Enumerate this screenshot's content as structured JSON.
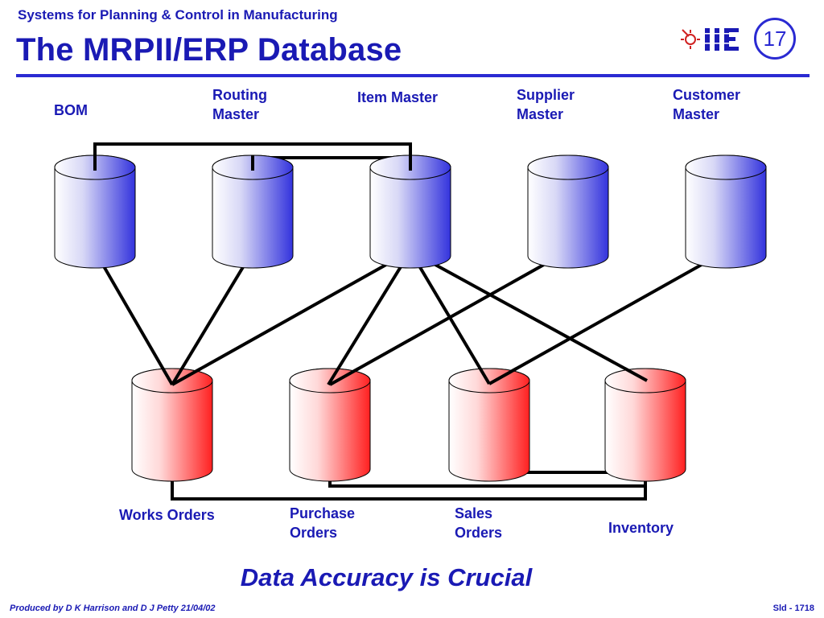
{
  "header": {
    "subtitle": "Systems for Planning & Control in Manufacturing",
    "title": "The MRPII/ERP Database",
    "slide_number": "17",
    "logo_text": "IIE"
  },
  "masters": [
    {
      "id": "bom",
      "lines": [
        "BOM"
      ]
    },
    {
      "id": "routing",
      "lines": [
        "Routing",
        "Master"
      ]
    },
    {
      "id": "item",
      "lines": [
        "Item Master"
      ]
    },
    {
      "id": "supplier",
      "lines": [
        "Supplier",
        "Master"
      ]
    },
    {
      "id": "customer",
      "lines": [
        "Customer",
        "Master"
      ]
    }
  ],
  "transactions": [
    {
      "id": "works",
      "lines": [
        "Works Orders"
      ]
    },
    {
      "id": "purchase",
      "lines": [
        "Purchase",
        "Orders"
      ]
    },
    {
      "id": "sales",
      "lines": [
        "Sales",
        "Orders"
      ]
    },
    {
      "id": "inventory",
      "lines": [
        "Inventory"
      ]
    }
  ],
  "links": [
    {
      "from": "bom",
      "to": "works"
    },
    {
      "from": "routing",
      "to": "works"
    },
    {
      "from": "item",
      "to": "works"
    },
    {
      "from": "item",
      "to": "purchase"
    },
    {
      "from": "item",
      "to": "sales"
    },
    {
      "from": "item",
      "to": "inventory"
    },
    {
      "from": "supplier",
      "to": "purchase"
    },
    {
      "from": "customer",
      "to": "sales"
    }
  ],
  "top_links": [
    {
      "from": "bom",
      "to": "item"
    },
    {
      "from": "routing",
      "to": "item"
    }
  ],
  "bottom_links": [
    {
      "from": "works",
      "to": "inventory"
    },
    {
      "from": "purchase",
      "to": "inventory"
    },
    {
      "from": "sales",
      "to": "inventory"
    }
  ],
  "colors": {
    "text": "#1a1ab4",
    "master_fill": "#3333dd",
    "transaction_fill": "#ff2020",
    "line": "#000000"
  },
  "tagline": "Data Accuracy is Crucial",
  "footer": {
    "left": "Produced by D K Harrison and D J Petty 21/04/02",
    "right": "Sld - 1718"
  }
}
